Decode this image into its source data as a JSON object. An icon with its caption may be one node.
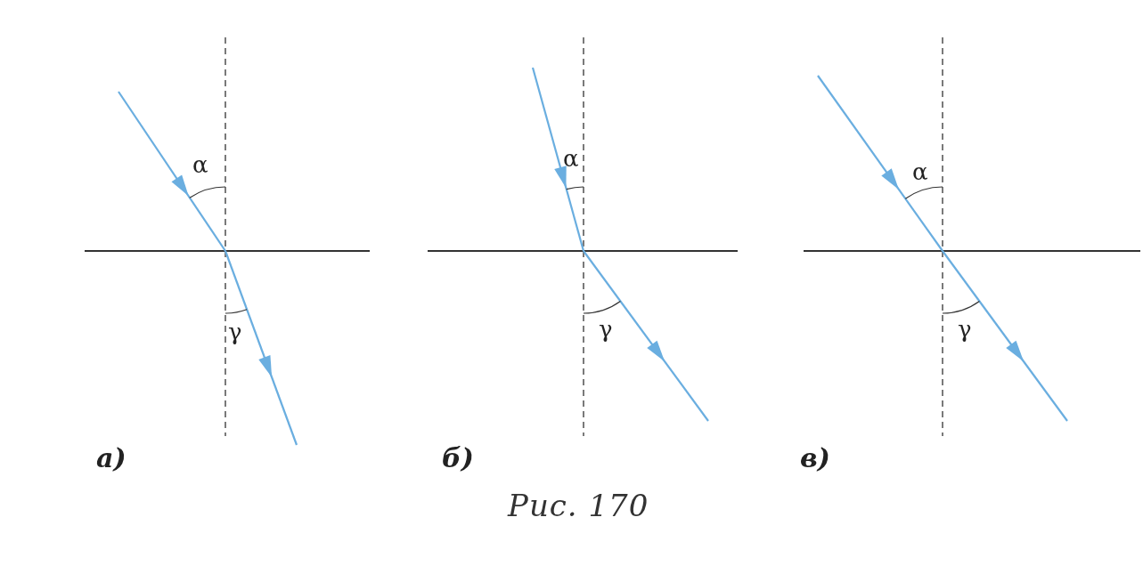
{
  "diagram": {
    "caption": "Рис. 170",
    "labels": [
      "α",
      "γ",
      "а)",
      "α",
      "γ",
      "б)",
      "α",
      "γ",
      "в)"
    ]
  }
}
